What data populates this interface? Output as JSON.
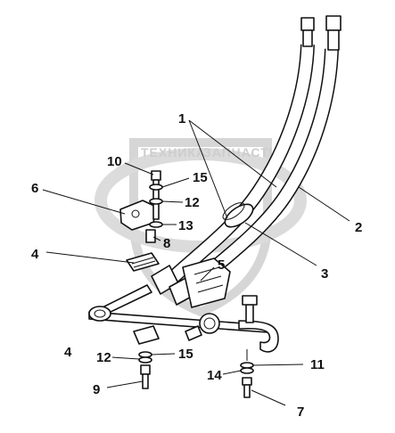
{
  "watermark": {
    "text_left": "ТЕХНИКА",
    "text_right": "ЗАПЧАСТИ",
    "color": "#c8c8c8"
  },
  "callouts": {
    "c1": "1",
    "c2": "2",
    "c3": "3",
    "c4a": "4",
    "c4b": "4",
    "c5": "5",
    "c6": "6",
    "c7": "7",
    "c8": "8",
    "c9": "9",
    "c10": "10",
    "c11": "11",
    "c12a": "12",
    "c12b": "12",
    "c13": "13",
    "c14": "14",
    "c15a": "15",
    "c15b": "15"
  },
  "colors": {
    "line": "#111111",
    "background": "#ffffff"
  }
}
